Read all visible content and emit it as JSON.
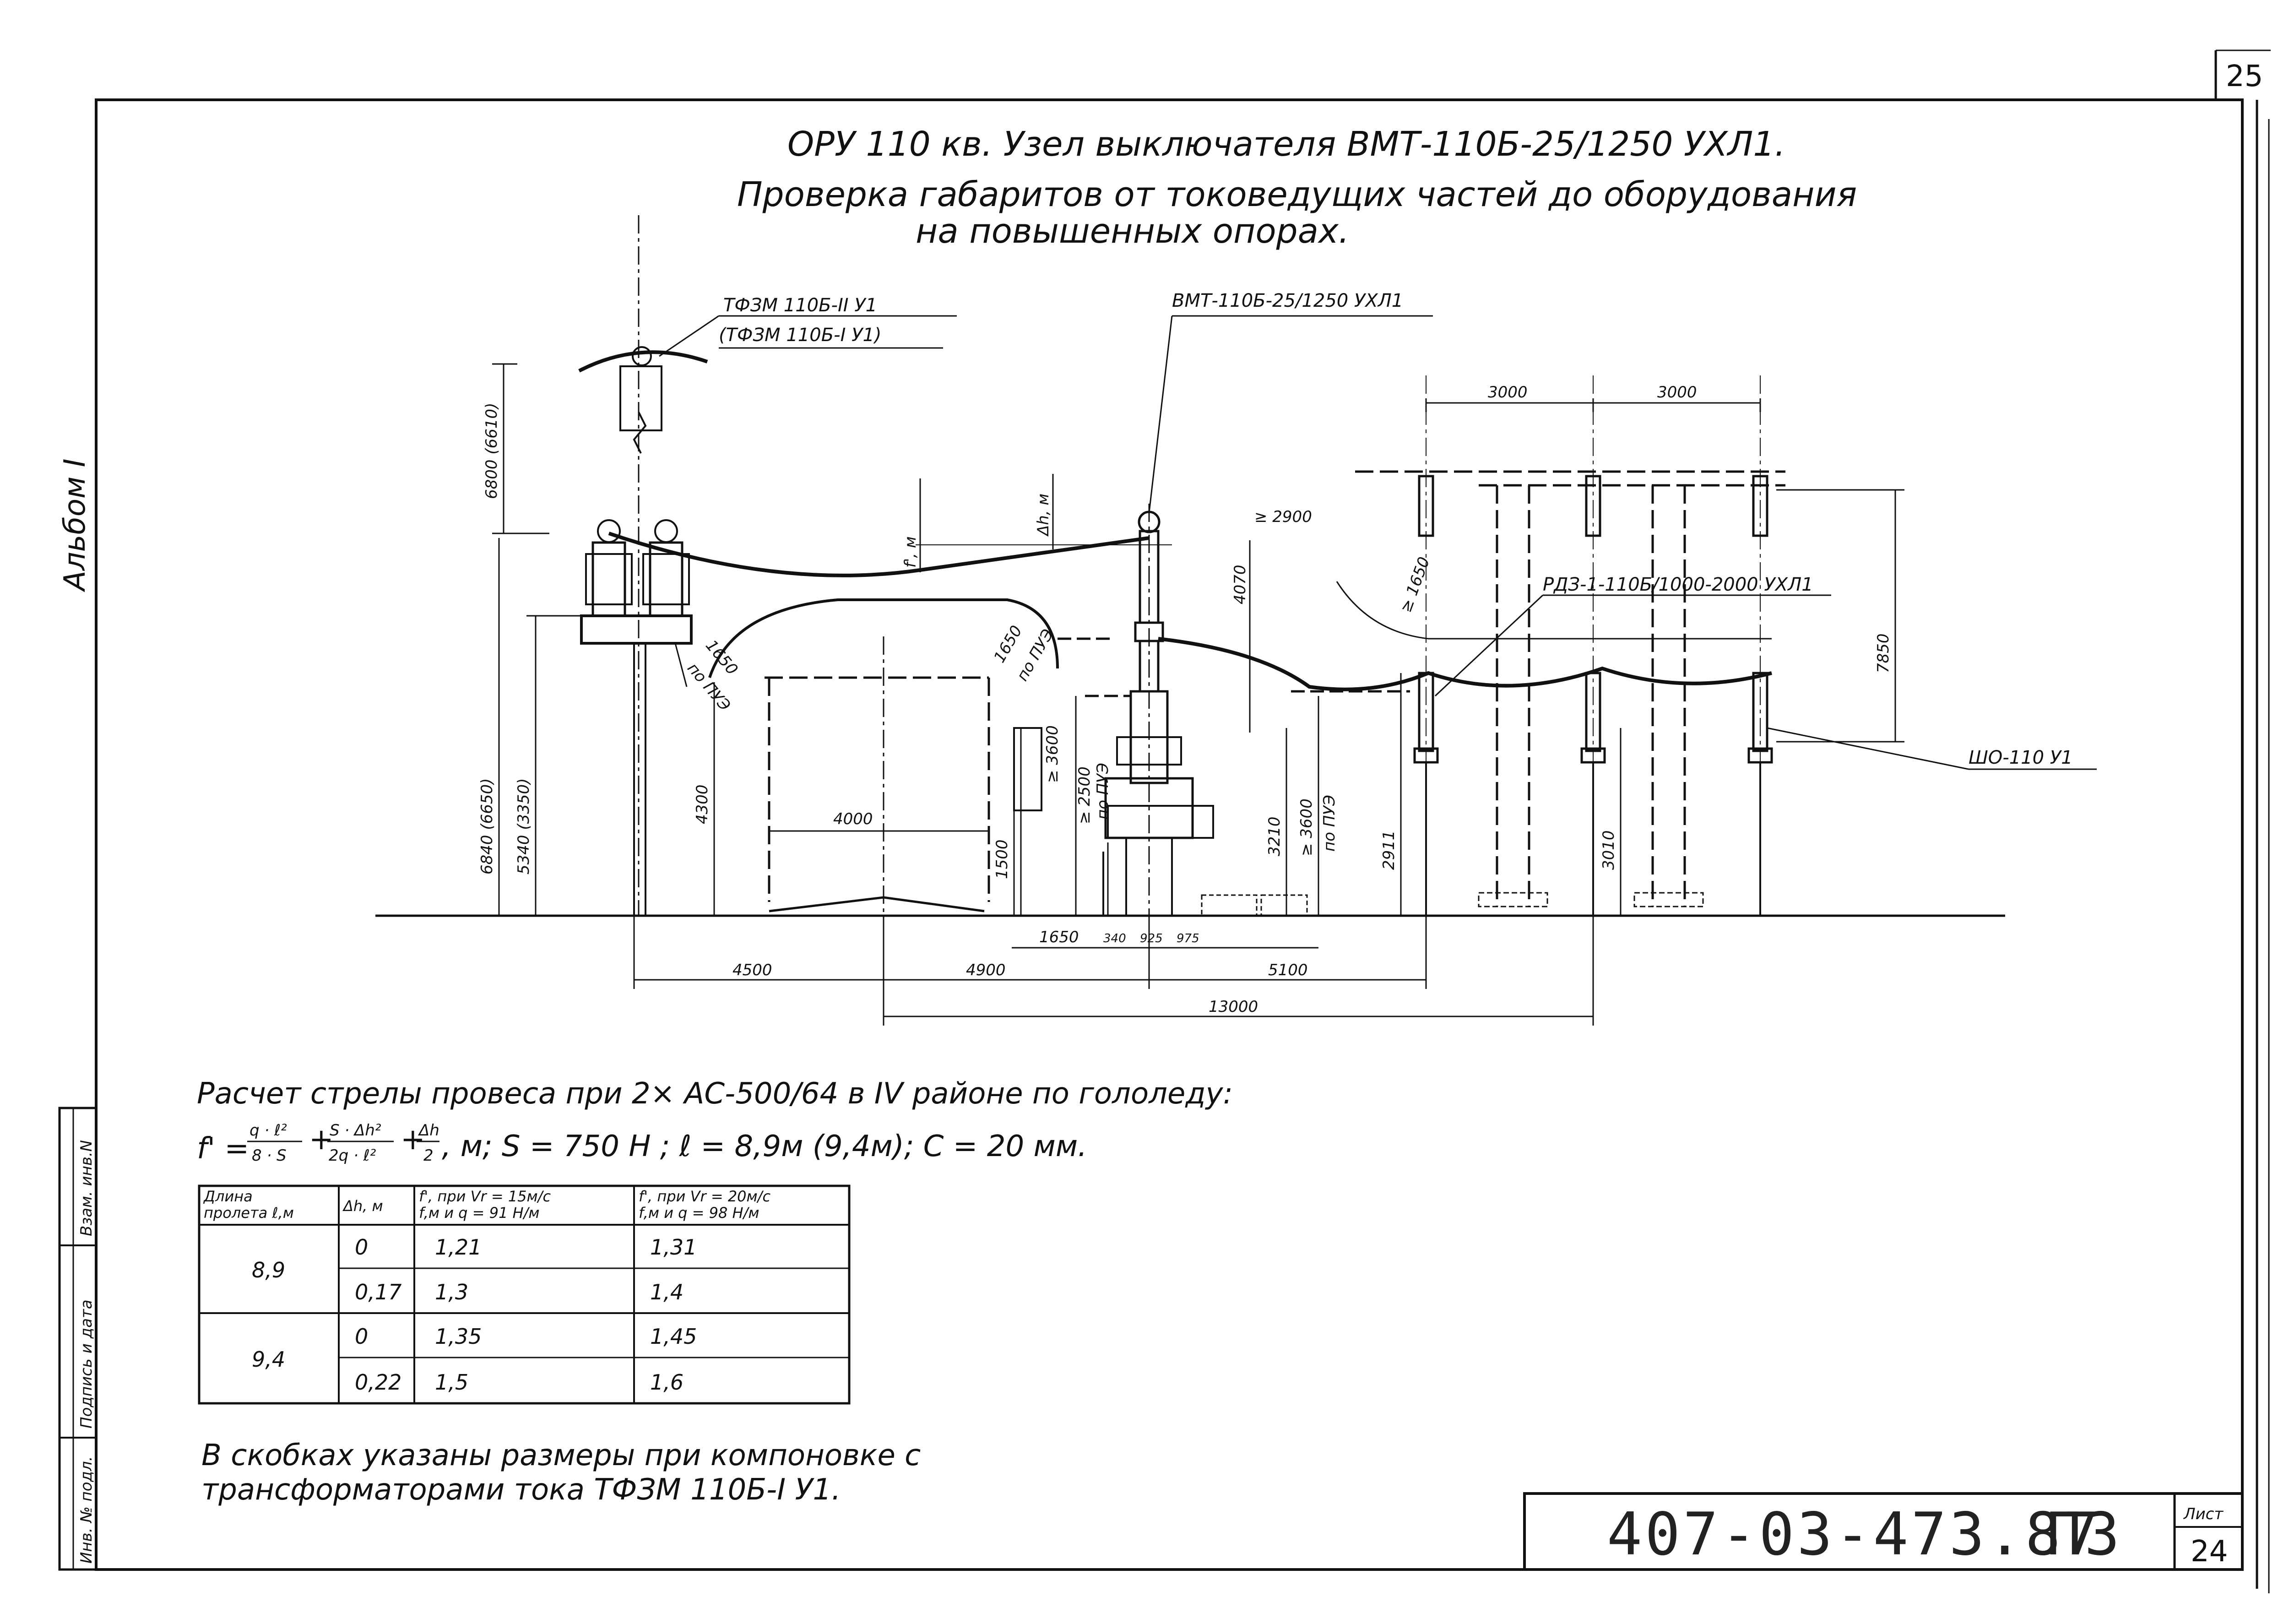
{
  "title": {
    "line1": "ОРУ 110 кв. Узел выключателя ВМТ-110Б-25/1250 УХЛ1.",
    "line2": "Проверка габаритов от токоведущих частей до оборудования",
    "line3": "на повышенных опорах."
  },
  "corner_sheet_number": "25",
  "album_label": "Альбом I",
  "equipment_labels": {
    "ct_main": "ТФЗМ 110Б-II У1",
    "ct_alt": "(ТФЗМ 110Б-I У1)",
    "breaker": "ВМТ-110Б-25/1250 УХЛ1",
    "disconnector": "РДЗ-1-110Б/1000-2000 УХЛ1",
    "bus_insulator": "ШО-110 У1"
  },
  "dimensions": {
    "d6800": "6800 (6610)",
    "d6840": "6840 (6650)",
    "d5340": "5340 (3350)",
    "d4300": "4300",
    "d4000": "4000",
    "d1650_left": "1650",
    "d1650_left_pue": "по ПУЭ",
    "d1650_mid": "1650",
    "d1650_mid_pue": "по ПУЭ",
    "d3600_a": "≥ 3600",
    "d2500": "≥ 2500",
    "d2500_pue": "по ПУЭ",
    "d1500": "1500",
    "d3210": "3210",
    "d3600_b": "≥ 3600",
    "d3600_b_pue": "по ПУЭ",
    "d4070": "4070",
    "d2900": "≥ 2900",
    "d1650_right": "≥ 1650",
    "d2911": "2911",
    "d3010": "3010",
    "d7850": "7850",
    "d3000_a": "3000",
    "d3000_b": "3000",
    "f_label": "f', м",
    "dh_label": "Δh, м",
    "b4500": "4500",
    "b4900": "4900",
    "b5100": "5100",
    "b13000": "13000",
    "b1650": "1650",
    "b340": "340",
    "b925": "925",
    "b975": "975"
  },
  "calc": {
    "heading": "Расчет стрелы провеса при 2× АС-500/64 в IV районе по гололеду:",
    "formula_f": "f' =",
    "frac1_num": "q · ℓ²",
    "frac1_den": "8 · S",
    "frac2_num": "S · Δh²",
    "frac2_den": "2q · ℓ²",
    "frac3_num": "Δh",
    "frac3_den": "2",
    "params": ", м;   S = 750 Н ;  ℓ = 8,9м (9,4м);  С = 20 мм."
  },
  "table": {
    "headers": [
      {
        "l1": "Длина",
        "l2": "пролета ℓ,м"
      },
      {
        "l1": "Δh, м",
        "l2": ""
      },
      {
        "l1": "f', при Vr = 15м/с",
        "l2": "f,м и q = 91 Н/м"
      },
      {
        "l1": "f', при Vr = 20м/с",
        "l2": "f,м и q = 98 Н/м"
      }
    ],
    "groups": [
      {
        "span": "8,9",
        "rows": [
          {
            "dh": "0",
            "f15": "1,21",
            "f20": "1,31"
          },
          {
            "dh": "0,17",
            "f15": "1,3",
            "f20": "1,4"
          }
        ]
      },
      {
        "span": "9,4",
        "rows": [
          {
            "dh": "0",
            "f15": "1,35",
            "f20": "1,45"
          },
          {
            "dh": "0,22",
            "f15": "1,5",
            "f20": "1,6"
          }
        ]
      }
    ]
  },
  "footnote": {
    "line1": "В скобках указаны размеры при компоновке с",
    "line2": "трансформаторами тока ТФЗМ 110Б-I У1."
  },
  "side_stamp": {
    "cell1": "Взам. инв.N",
    "cell2": "Подпись и дата",
    "cell3": "Инв. № подл."
  },
  "title_block": {
    "doc_code": "407-03-473.87",
    "section": "ПЗ",
    "sheet_label": "Лист",
    "sheet_no": "24"
  }
}
